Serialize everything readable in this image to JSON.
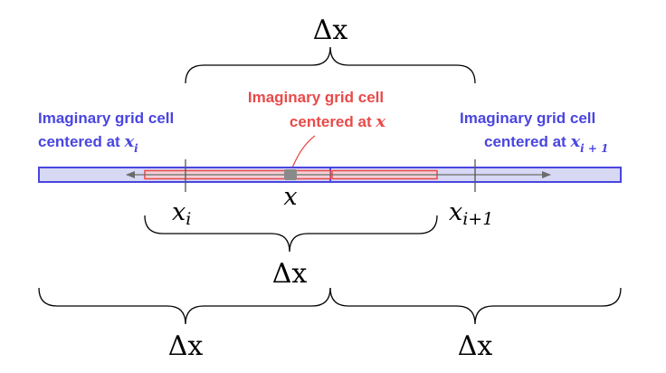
{
  "colors": {
    "blue": "#4a45e0",
    "blue_fill": "#d6d8f4",
    "red": "#e84a4a",
    "red_fill": "#f3d0d6",
    "gray": "#6b6b6b"
  },
  "labels": {
    "top_delta": "Δx",
    "mid_delta": "Δx",
    "bottom_left_delta": "Δx",
    "bottom_right_delta": "Δx",
    "x_center": "x",
    "x_i_base": "x",
    "x_i_sub": "i",
    "x_ip1_base": "x",
    "x_ip1_sub": "i+1"
  },
  "annotations": {
    "left_line1": "Imaginary grid cell",
    "left_line2": "centered at ",
    "left_var": "x",
    "left_sub": "i",
    "center_line1": "Imaginary grid cell",
    "center_line2": "centered at ",
    "center_var": "x",
    "right_line1": "Imaginary grid cell",
    "right_line2": "centered at ",
    "right_var": "x",
    "right_sub": "i + 1"
  }
}
